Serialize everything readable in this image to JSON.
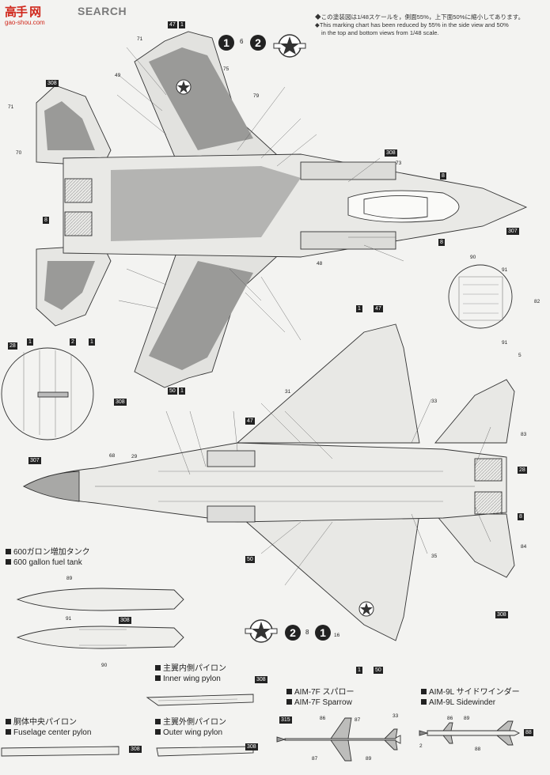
{
  "header": {
    "logo_text": "高手 网",
    "site_text": "gao-shou.com",
    "search_text": "SEARCH"
  },
  "notes": {
    "jp": "◆この塗装図は1/48スケールを，側面55%，上下面50%に縮小してあります。",
    "en1": "◆This marking chart has been reduced by 55% in the side view and 50%",
    "en2": "in the top and bottom views from 1/48 scale."
  },
  "numbers": {
    "n1": "1",
    "n2": "2",
    "n6": "6",
    "n8": "8",
    "n16": "16",
    "n5": "5",
    "n28": "28",
    "n307": "307",
    "n308": "308",
    "n315": "315",
    "n47": "47",
    "n50": "50",
    "n86": "86",
    "n87": "87",
    "n88": "88",
    "n89": "89",
    "n33": "33",
    "n35": "35",
    "n31": "31",
    "n91": "91",
    "n84": "84",
    "n83": "83",
    "n71": "71",
    "n75": "75",
    "n73": "73",
    "n79": "79",
    "n49": "49",
    "n68": "68",
    "n82": "82",
    "n90": "90",
    "n48": "48",
    "n70": "70",
    "n29": "29"
  },
  "sections": {
    "tank_jp": "600ガロン増加タンク",
    "tank_en": "600 gallon fuel tank",
    "inner_jp": "主翼内側パイロン",
    "inner_en": "Inner wing pylon",
    "outer_jp": "主翼外側パイロン",
    "outer_en": "Outer wing pylon",
    "center_jp": "胴体中央パイロン",
    "center_en": "Fuselage center pylon",
    "aim7_jp": "AIM-7F スパロー",
    "aim7_en": "AIM-7F Sparrow",
    "aim9_jp": "AIM-9L サイドワインダー",
    "aim9_en": "AIM-9L Sidewinder"
  },
  "icons": [
    "us-star-insignia-icon",
    "circle-number-icon"
  ],
  "colors": {
    "paper": "#f3f3f1",
    "ink": "#222222",
    "camo_dark": "#8a8a8a",
    "camo_light": "#c8c8c8"
  }
}
